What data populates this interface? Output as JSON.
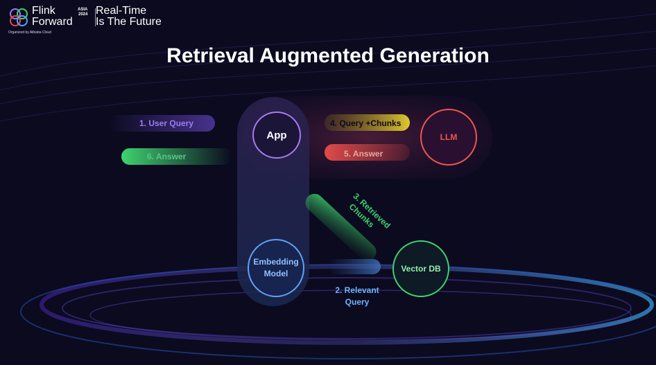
{
  "header": {
    "brand_line1": "Flink",
    "brand_line2": "Forward",
    "edition_line1": "ASIA",
    "edition_line2": "2024",
    "organizer": "Organized by  Alibaba Cloud",
    "tagline_line1": "Real-Time",
    "tagline_line2": "Is The Future"
  },
  "title": "Retrieval Augmented Generation",
  "nodes": {
    "app": "App",
    "llm": "LLM",
    "embedding_line1": "Embedding",
    "embedding_line2": "Model",
    "vector_db": "Vector DB"
  },
  "flows": {
    "user_query": "1. User Query",
    "relevant_query_line1": "2. Relevant",
    "relevant_query_line2": "Query",
    "retrieved_chunks_line1": "3. Retrieved",
    "retrieved_chunks_line2": "Chunks",
    "query_chunks": "4. Query +Chunks",
    "answer_llm": "5. Answer",
    "answer_user": "6. Answer"
  },
  "colors": {
    "background": "#0b0a1f",
    "app": "#a77cf0",
    "llm": "#f0554f",
    "embedding": "#5fa2f2",
    "vector_db": "#3ed36e",
    "user_query": "#9d7df0",
    "query_chunks": "#d9c230",
    "answer_llm": "#e14b48",
    "answer_user": "#3ed36e",
    "relevant_query": "#5fa2f2",
    "retrieved_chunks": "#3ed36e"
  }
}
